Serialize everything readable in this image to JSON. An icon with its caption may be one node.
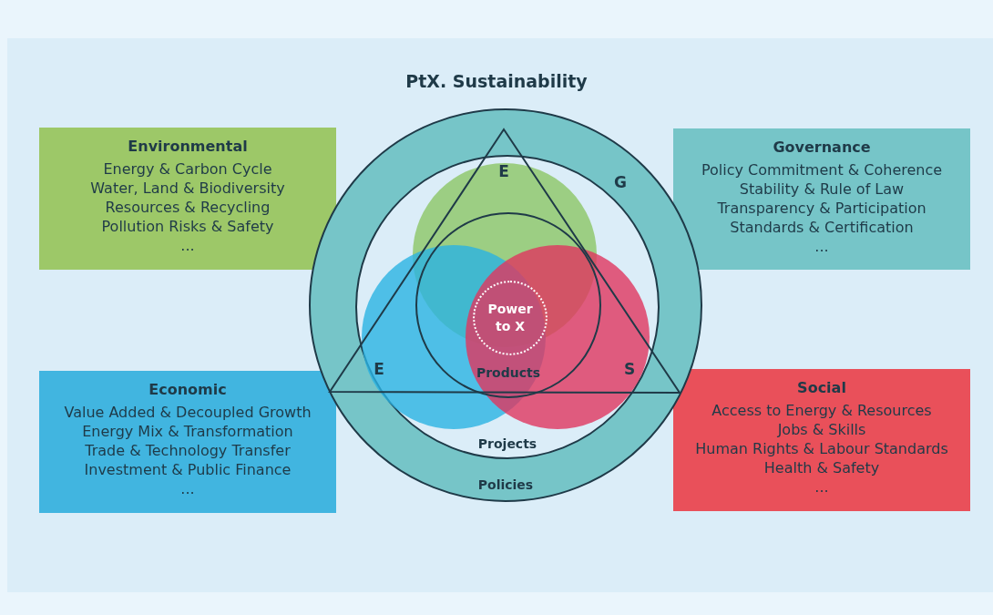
{
  "diagram": {
    "title": "PtX. Sustainability",
    "nodes": [
      {
        "text": [
          "Environmental",
          "Energy & Carbon Cycle",
          "Water, Land & Biodiversity",
          "Resources & Recycling",
          "Pollution Risks & Safety",
          "..."
        ]
      },
      {
        "text": [
          "Governance",
          "Policy Commitment & Coherence",
          "Stability & Rule of Law",
          "Transparency & Participation",
          "Standards & Certification",
          "..."
        ]
      },
      {
        "text": [
          "Economic",
          "Value Added & Decoupled Growth",
          "Energy Mix & Transformation",
          "Trade & Technology Transfer",
          "Investment & Public Finance",
          "..."
        ]
      },
      {
        "text": [
          "Social",
          "Access to Energy & Resources",
          "Jobs & Skills",
          "Human Rights & Labour Standards",
          "Health & Safety",
          "..."
        ]
      },
      {
        "text": [
          "Policies"
        ]
      },
      {
        "text": [
          "Projects"
        ],
        "in": 4
      },
      {
        "text": [
          "Products"
        ],
        "in": 5
      },
      {
        "text": [
          "Power to X"
        ],
        "in": 6
      }
    ],
    "labels": [
      "E",
      "G",
      "E",
      "S"
    ]
  }
}
